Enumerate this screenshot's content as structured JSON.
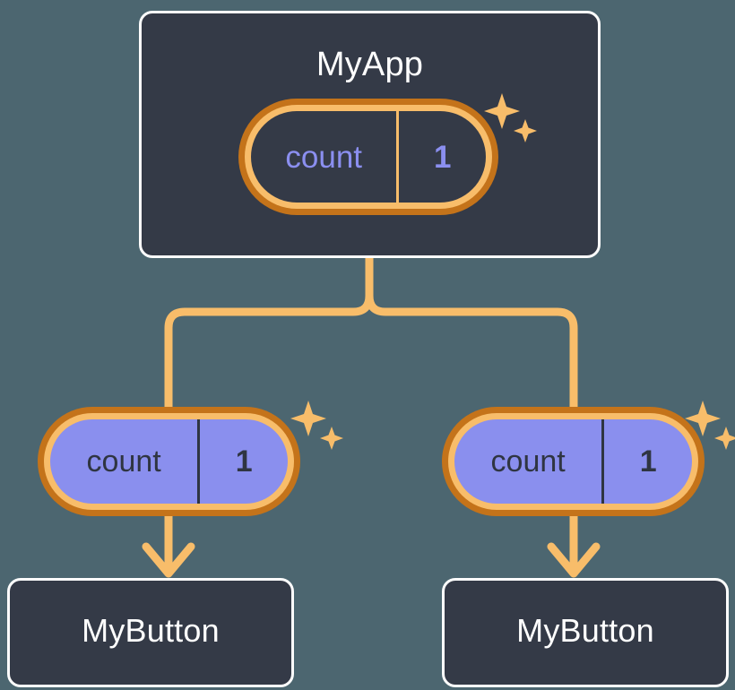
{
  "diagram": {
    "title": "MyApp",
    "background_color": "#4c6670",
    "box_color": "#343a47",
    "box_border_color": "#fdfdfd",
    "wire_color": "#f8bd6a",
    "pill_outer_ring_color": "#c4731a",
    "pill_inner_ring_color": "#f8bd6a",
    "pill_purple_fill": "#8a8fee",
    "accent_purple_text": "#8b8ff0",
    "dark_text": "#2f3542"
  },
  "root": {
    "label": "MyApp",
    "state": {
      "key": "count",
      "value": "1"
    }
  },
  "branches": [
    {
      "state": {
        "key": "count",
        "value": "1"
      },
      "child": {
        "label": "MyButton"
      }
    },
    {
      "state": {
        "key": "count",
        "value": "1"
      },
      "child": {
        "label": "MyButton"
      }
    }
  ],
  "icons": {
    "sparkle_large": "sparkle-large-icon",
    "sparkle_small": "sparkle-small-icon",
    "arrow_down": "arrow-down-icon"
  }
}
